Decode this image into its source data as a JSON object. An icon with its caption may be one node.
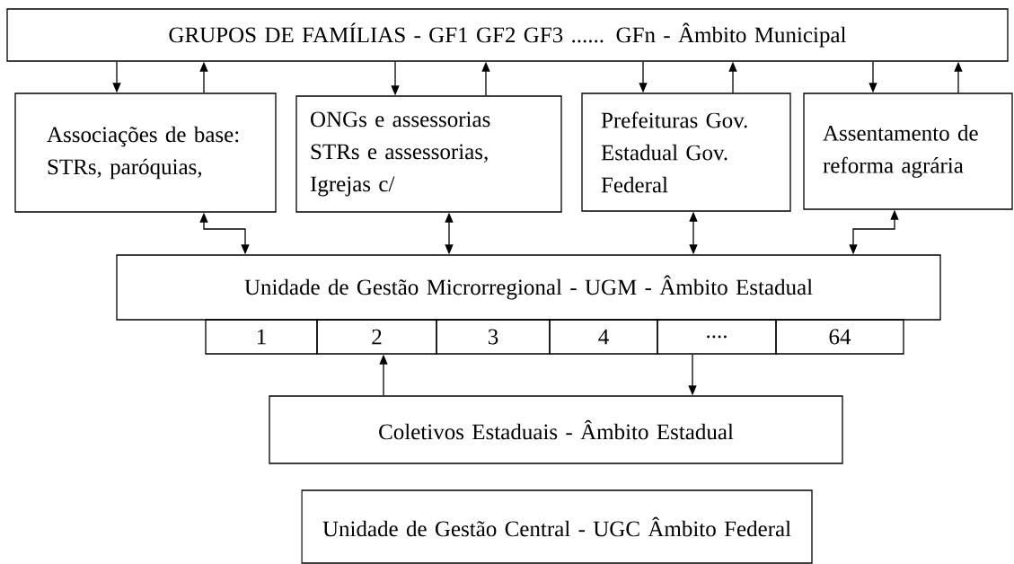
{
  "diagram": {
    "nodes": [
      {
        "text": [
          "GRUPOS DE FAMÍLIAS - GF1 GF2 GF3 ...... GFn - Âmbito Municipal"
        ]
      },
      {
        "text": [
          "Associações de base: STRs, paróquias,"
        ]
      },
      {
        "text": [
          "ONGs e assessorias STRs e assessorias, Igrejas c/"
        ]
      },
      {
        "text": [
          "Prefeituras Gov. Estadual Gov. Federal"
        ]
      },
      {
        "text": [
          "Assentamento de reforma agrária"
        ]
      },
      {
        "text": [
          "Unidade de Gestão Microrregional - UGM - Âmbito Estadual"
        ]
      },
      {
        "text": [
          "1"
        ]
      },
      {
        "text": [
          "2"
        ]
      },
      {
        "text": [
          "3"
        ]
      },
      {
        "text": [
          "4"
        ]
      },
      {
        "text": [
          "...."
        ]
      },
      {
        "text": [
          "64"
        ]
      },
      {
        "text": [
          "Coletivos Estaduais - Âmbito Estadual"
        ]
      },
      {
        "text": [
          "Unidade de Gestão Central - UGC Âmbito Federal"
        ]
      }
    ],
    "edges": [
      {
        "from": 0,
        "to": 1,
        "arrow": "to"
      },
      {
        "from": 1,
        "to": 0,
        "arrow": "to"
      },
      {
        "from": 0,
        "to": 2,
        "arrow": "to"
      },
      {
        "from": 2,
        "to": 0,
        "arrow": "to"
      },
      {
        "from": 0,
        "to": 3,
        "arrow": "to"
      },
      {
        "from": 3,
        "to": 0,
        "arrow": "to"
      },
      {
        "from": 0,
        "to": 4,
        "arrow": "to"
      },
      {
        "from": 4,
        "to": 0,
        "arrow": "to"
      },
      {
        "from": 1,
        "to": 5,
        "arrow": "both"
      },
      {
        "from": 2,
        "to": 5,
        "arrow": "both"
      },
      {
        "from": 3,
        "to": 5,
        "arrow": "both"
      },
      {
        "from": 4,
        "to": 5,
        "arrow": "both"
      },
      {
        "from": 12,
        "to": 7,
        "arrow": "to"
      },
      {
        "from": 10,
        "to": 12,
        "arrow": "to"
      }
    ]
  }
}
